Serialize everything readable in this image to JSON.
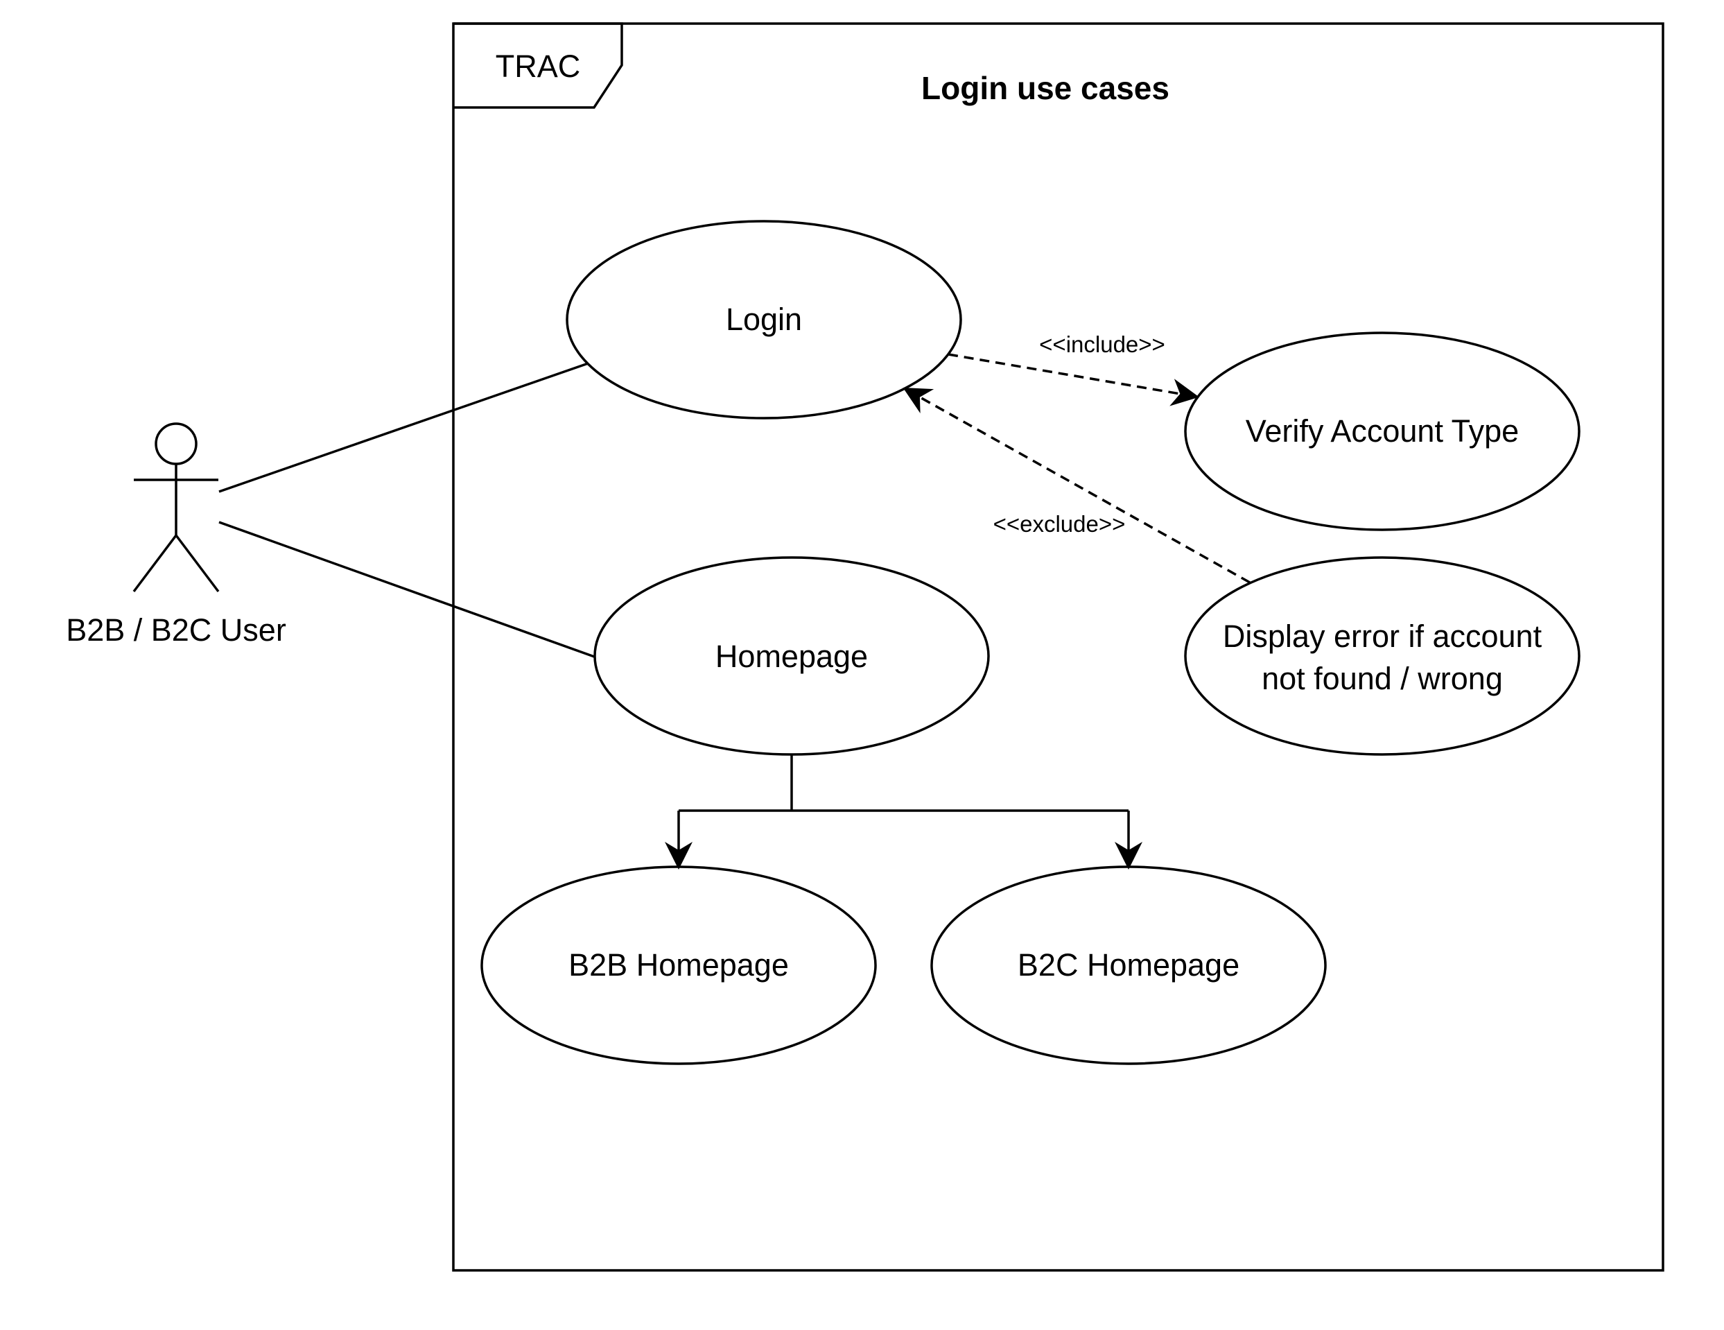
{
  "frame": {
    "tag": "TRAC",
    "title": "Login use cases"
  },
  "actor": {
    "label": "B2B / B2C User"
  },
  "use_cases": {
    "login": "Login",
    "verify": "Verify Account Type",
    "display_error_line1": "Display error if account",
    "display_error_line2": "not found / wrong",
    "homepage": "Homepage",
    "b2b_homepage": "B2B Homepage",
    "b2c_homepage": "B2C Homepage"
  },
  "relations": {
    "include": "<<include>>",
    "exclude": "<<exclude>>"
  }
}
